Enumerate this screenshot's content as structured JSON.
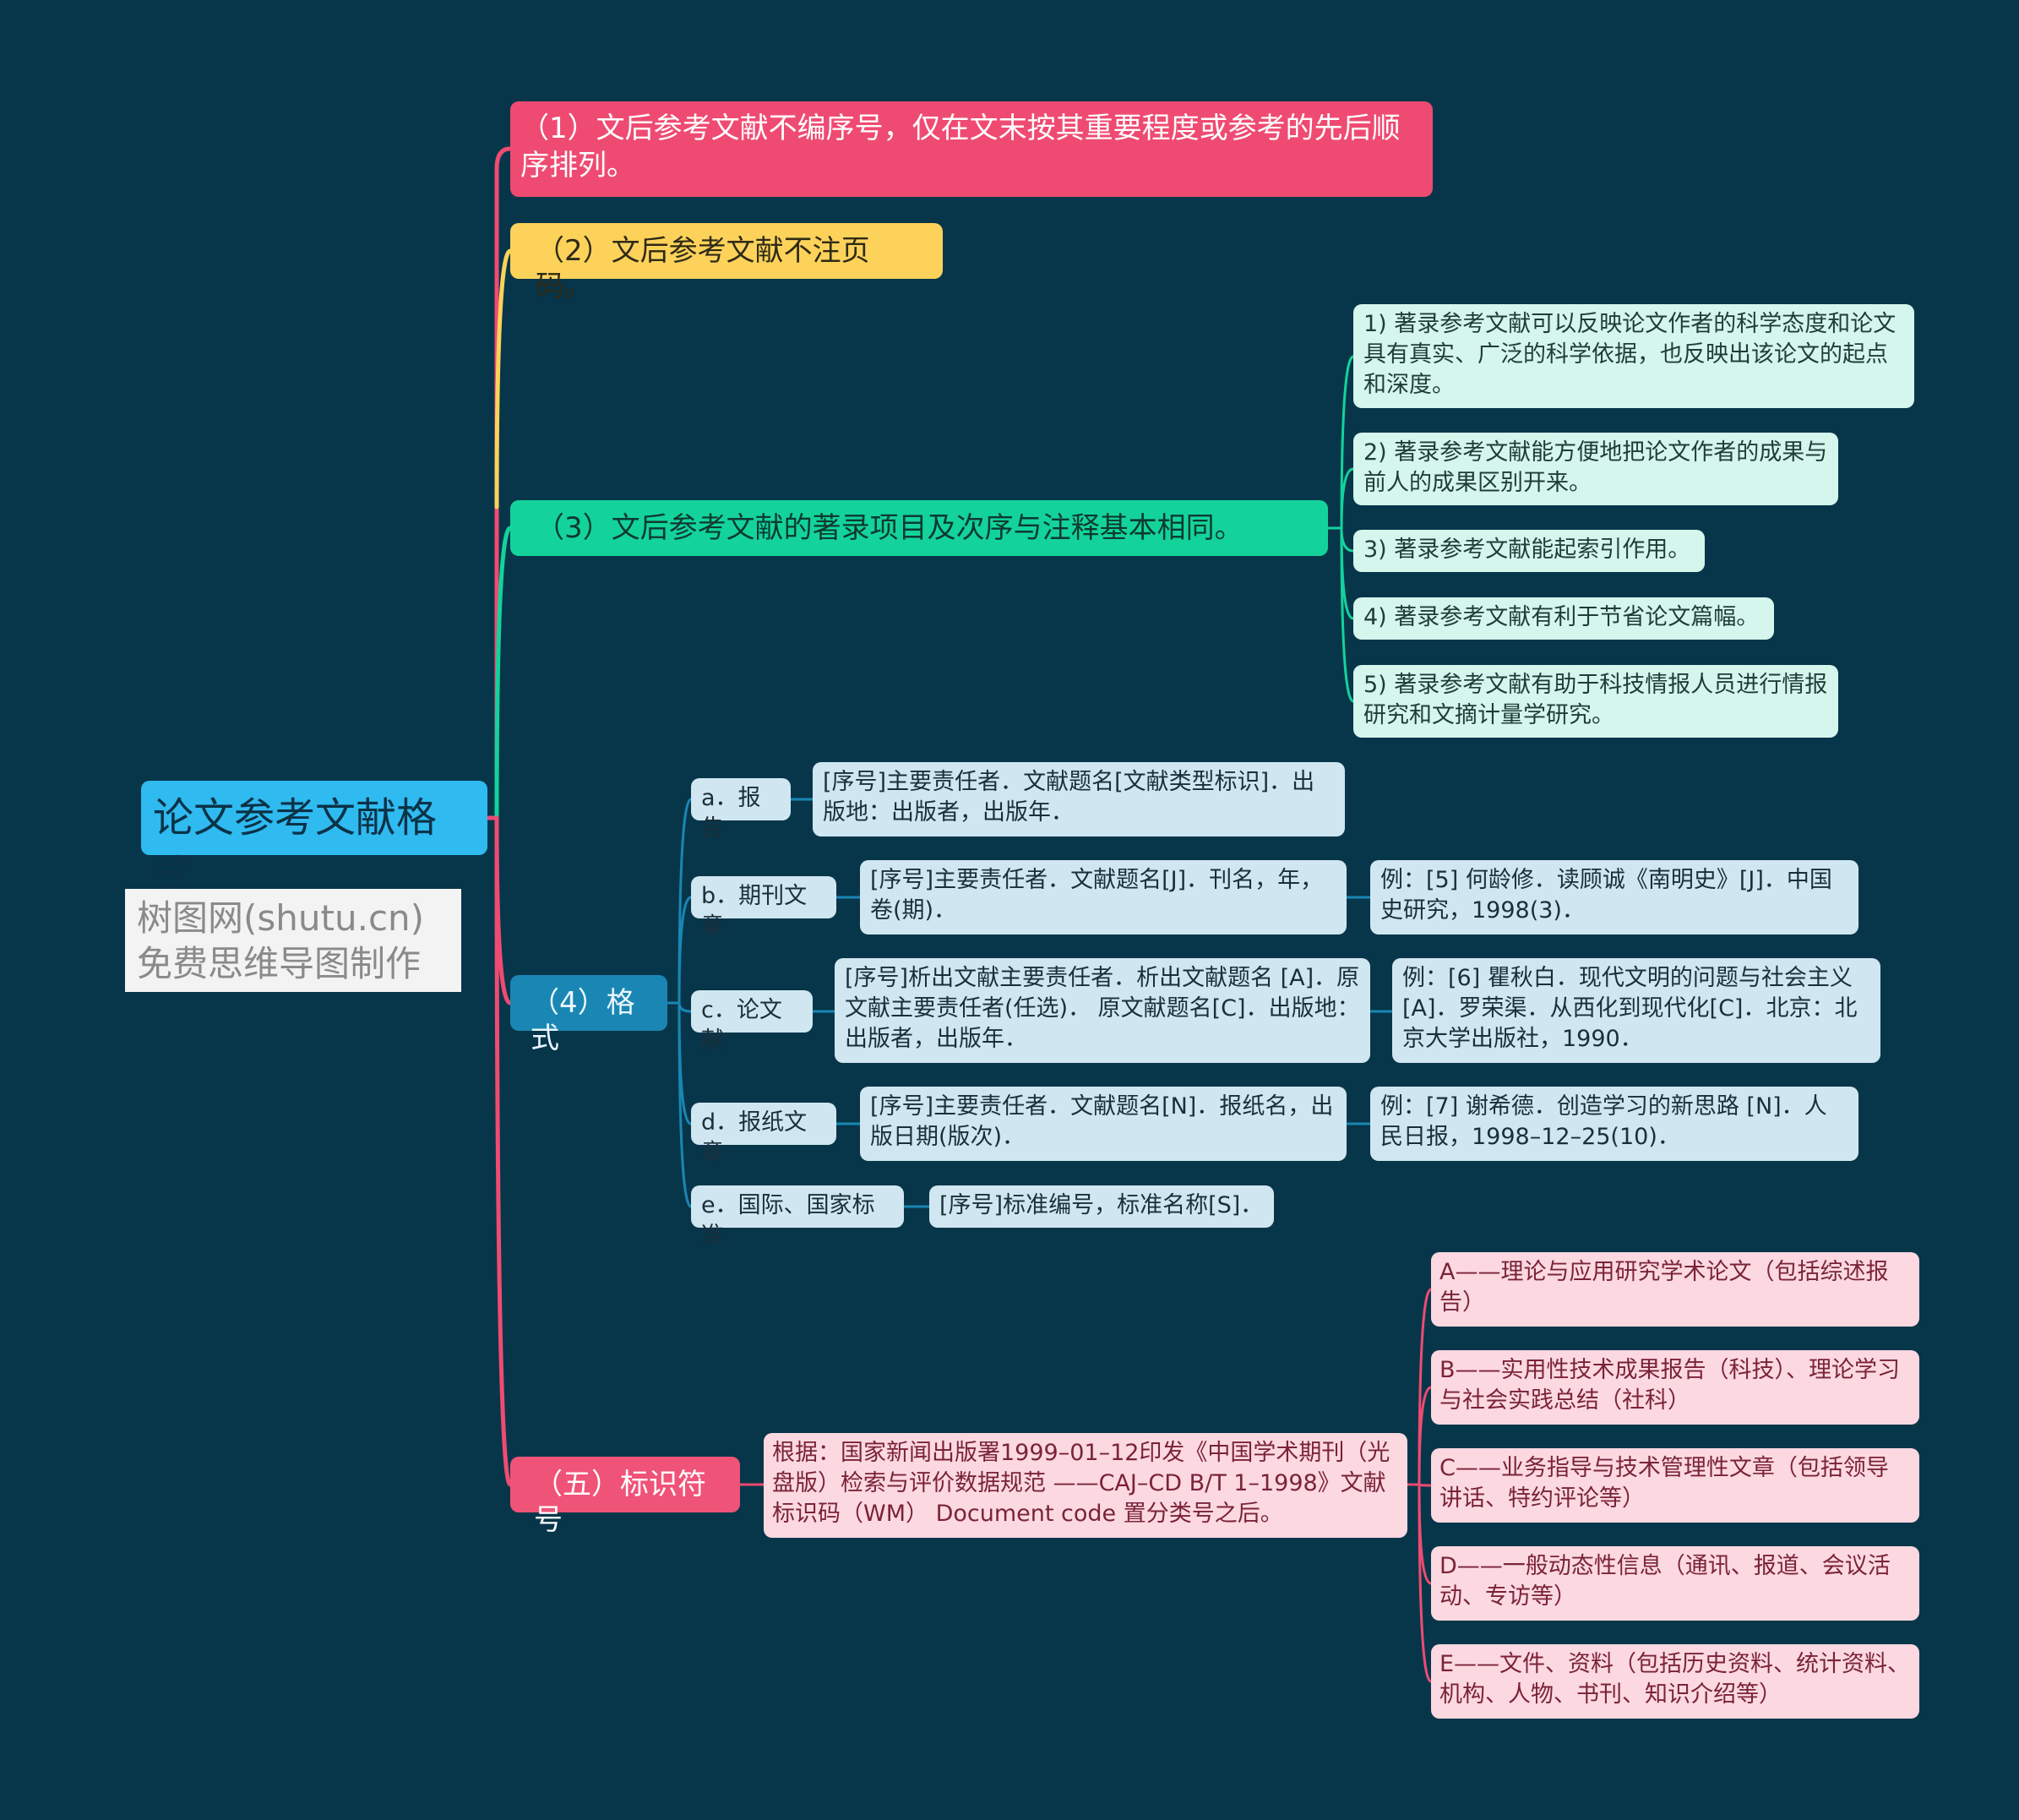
{
  "root": {
    "title": "论文参考文献格式"
  },
  "watermark": {
    "line1": "树图网(shutu.cn)",
    "line2": "免费思维导图制作"
  },
  "branches": {
    "b1": {
      "label": "（1）文后参考文献不编序号，仅在文末按其重要程度或参考的先后顺序排列。",
      "color": "#ef4b72"
    },
    "b2": {
      "label": "（2）文后参考文献不注页码。",
      "color": "#fdd25a"
    },
    "b3": {
      "label": "（3）文后参考文献的著录项目及次序与注释基本相同。",
      "color": "#13d39b",
      "children": [
        "1) 著录参考文献可以反映论文作者的科学态度和论文具有真实、广泛的科学依据，也反映出该论文的起点和深度。",
        "2) 著录参考文献能方便地把论文作者的成果与前人的成果区别开来。",
        "3) 著录参考文献能起索引作用。",
        "4) 著录参考文献有利于节省论文篇幅。",
        "5) 著录参考文献有助于科技情报人员进行情报研究和文摘计量学研究。"
      ]
    },
    "b4": {
      "label": "（4）格式",
      "color": "#1a86b3",
      "items": [
        {
          "label": "a．报告",
          "format": "[序号]主要责任者．文献题名[文献类型标识]．出版地：出版者，出版年．",
          "example": ""
        },
        {
          "label": "b．期刊文章",
          "format": "[序号]主要责任者．文献题名[J]．刊名，年，卷(期)．",
          "example": "例：[5] 何龄修．读顾诚《南明史》[J]．中国史研究，1998(3)．"
        },
        {
          "label": "c．论文献",
          "format": "[序号]析出文献主要责任者．析出文献题名 [A]．原文献主要责任者(任选)． 原文献题名[C]．出版地：出版者，出版年．",
          "example": "例：[6] 瞿秋白．现代文明的问题与社会主义[A]．罗荣渠．从西化到现代化[C]．北京：北京大学出版社，1990．"
        },
        {
          "label": "d．报纸文章",
          "format": "[序号]主要责任者．文献题名[N]．报纸名，出版日期(版次)．",
          "example": "例：[7] 谢希德．创造学习的新思路 [N]．人民日报，1998–12–25(10)．"
        },
        {
          "label": "e．国际、国家标准",
          "format": "[序号]标准编号，标准名称[S]．",
          "example": ""
        }
      ]
    },
    "b5": {
      "label": "（五）标识符号",
      "color": "#f05378",
      "basis": "根据：国家新闻出版署1999–01–12印发《中国学术期刊（光盘版）检索与评价数据规范 ——CAJ–CD B/T 1–1998》文献标识码（WM） Document code 置分类号之后。",
      "codes": [
        "A——理论与应用研究学术论文（包括综述报告）",
        "B——实用性技术成果报告（科技）、理论学习与社会实践总结（社科）",
        "C——业务指导与技术管理性文章（包括领导讲话、特约评论等）",
        "D——一般动态性信息（通讯、报道、会议活动、专访等）",
        "E——文件、资料（包括历史资料、统计资料、机构、人物、书刊、知识介绍等）"
      ]
    }
  }
}
